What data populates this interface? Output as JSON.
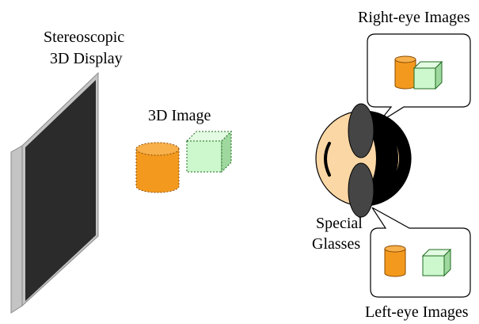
{
  "labels": {
    "display_line1": "Stereoscopic",
    "display_line2": "3D Display",
    "image_3d": "3D Image",
    "right_eye": "Right-eye Images",
    "left_eye": "Left-eye Images",
    "glasses_line1": "Special",
    "glasses_line2": "Glasses"
  },
  "colors": {
    "display_screen": "#2b2b2b",
    "display_frame": "#c4c4c4",
    "cylinder": "#f39a1e",
    "cube": "#cdf7cd",
    "face": "#fbd7a5",
    "hair": "#000000",
    "lens": "#454545"
  },
  "icons": [
    "stereoscopic-display",
    "cylinder",
    "cube",
    "head",
    "glasses",
    "speech-bubble"
  ]
}
